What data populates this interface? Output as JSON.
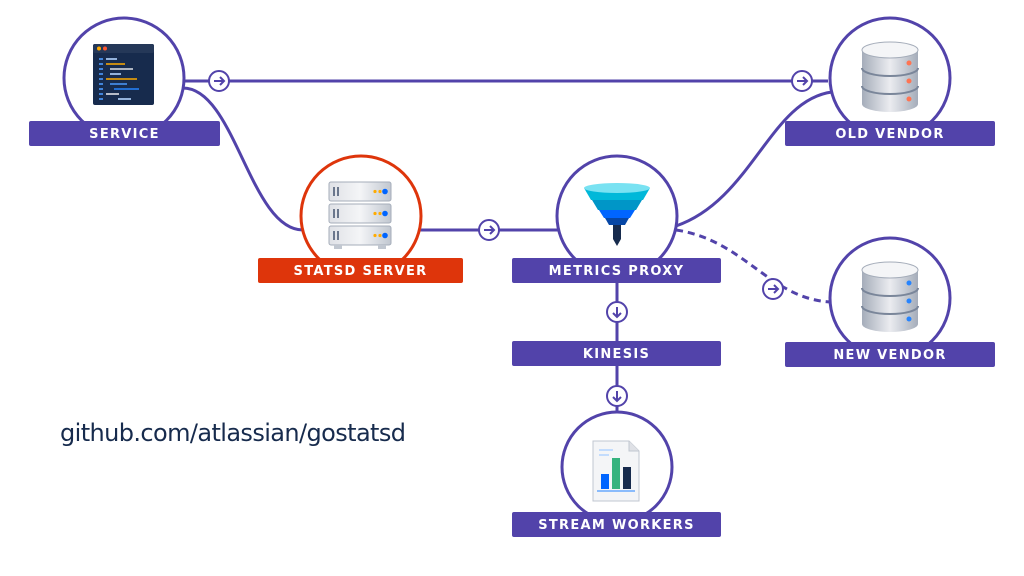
{
  "nodes": {
    "service": "SERVICE",
    "statsd_server": "STATSD SERVER",
    "metrics_proxy": "METRICS PROXY",
    "kinesis": "KINESIS",
    "stream_workers": "STREAM WORKERS",
    "old_vendor": "OLD VENDOR",
    "new_vendor": "NEW VENDOR"
  },
  "footer": {
    "url": "github.com/atlassian/gostatsd"
  },
  "colors": {
    "primary": "#5243AA",
    "accent": "#DE350B",
    "text": "#172B4D",
    "server_blue": "#0065FF",
    "server_amber": "#FFAB00",
    "funnel_cyan": "#00B8D9"
  },
  "icons": {
    "service": "code-window-icon",
    "statsd_server": "server-rack-icon",
    "metrics_proxy": "funnel-icon",
    "stream_workers": "bar-chart-document-icon",
    "old_vendor": "database-icon",
    "new_vendor": "database-icon"
  }
}
